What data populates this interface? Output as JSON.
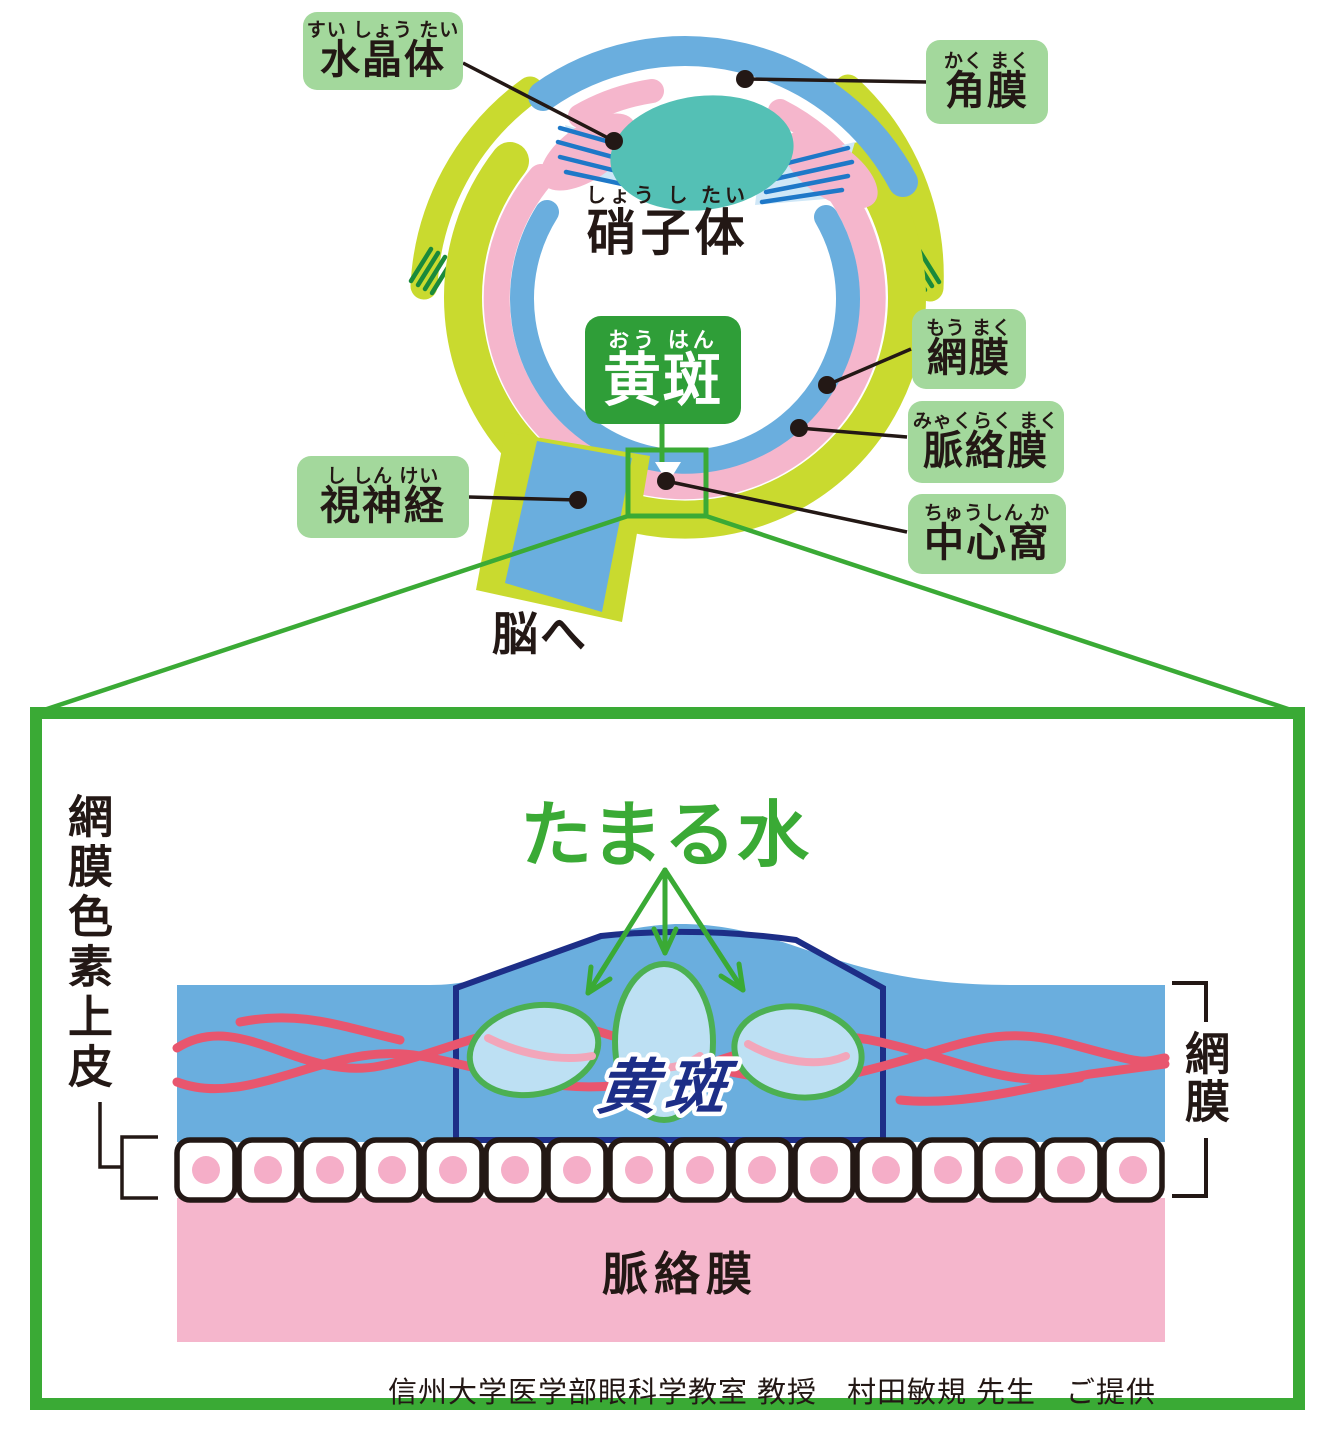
{
  "colors": {
    "accent_green": "#3aaa35",
    "label_bg_light": "#a3d89c",
    "label_bg_dark": "#2f9e38",
    "sclera_yellow_green": "#c9da2f",
    "muscle_stripe_green": "#1a8a3b",
    "choroid_pink": "#f5b6cc",
    "retina_blue": "#6aaede",
    "lens_teal": "#54c0b5",
    "zonule_blue": "#1e78c8",
    "macula_navy": "#1d2e87",
    "vessel_red": "#e8566e",
    "vessel_light_pink": "#f2a6ba",
    "cyst_fill_blue": "#bde0f3",
    "cell_nucleus_pink": "#f5aec8",
    "text_black": "#231815"
  },
  "eye_diagram": {
    "labels": {
      "lens": {
        "furigana": "すい しょう たい",
        "kanji": "水晶体"
      },
      "cornea": {
        "furigana": "かく まく",
        "kanji": "角膜"
      },
      "vitreous": {
        "furigana": "しょう し たい",
        "kanji": "硝子体"
      },
      "macula": {
        "furigana": "おう はん",
        "kanji": "黄斑"
      },
      "retina": {
        "furigana": "もう まく",
        "kanji": "網膜"
      },
      "choroid": {
        "furigana": "みゃくらく まく",
        "kanji": "脈絡膜"
      },
      "fovea": {
        "furigana": "ちゅうしん か",
        "kanji": "中心窩"
      },
      "optic_nerve": {
        "furigana": "し しん けい",
        "kanji": "視神経"
      },
      "to_brain": "脳へ"
    }
  },
  "magnified_panel": {
    "title": "たまる水",
    "rpe_label": "網膜色素上皮",
    "macula_label": "黄斑",
    "retina_label": "網膜",
    "choroid_label": "脈絡膜",
    "credit": "信州大学医学部眼科学教室 教授　村田敏規 先生　ご提供"
  }
}
